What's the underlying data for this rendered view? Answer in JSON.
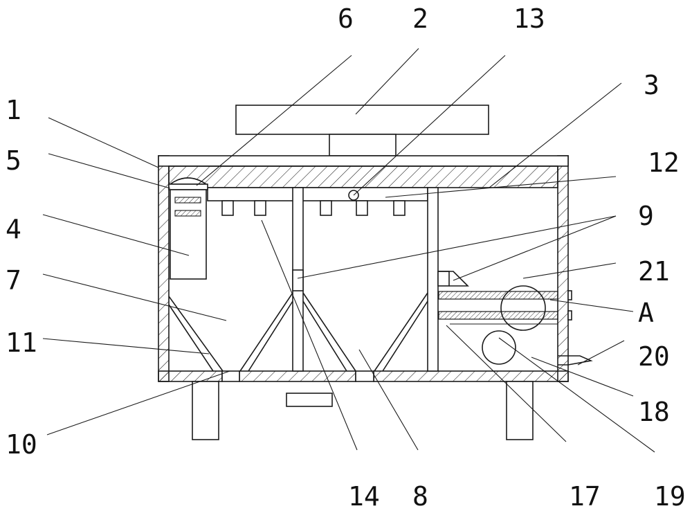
{
  "figure": {
    "labels": {
      "l1": "1",
      "l2": "2",
      "l3": "3",
      "l4": "4",
      "l5": "5",
      "l6": "6",
      "l7": "7",
      "l8": "8",
      "l9": "9",
      "l10": "10",
      "l11": "11",
      "l12": "12",
      "l13": "13",
      "l14": "14",
      "l17": "17",
      "l18": "18",
      "l19": "19",
      "l20": "20",
      "l21": "21",
      "lA": "A"
    }
  }
}
